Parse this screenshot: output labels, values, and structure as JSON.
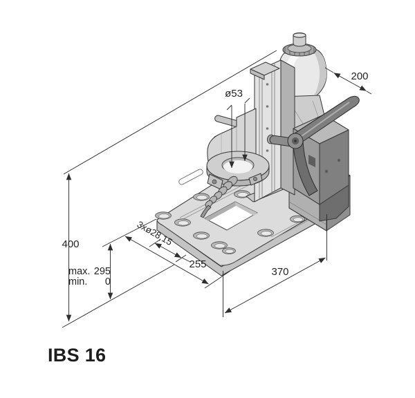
{
  "drawing": {
    "model": "IBS 16",
    "dims": {
      "top_width": "200",
      "bore": "ø53",
      "height": "400",
      "stroke_max_label": "max.",
      "stroke_max_value": "295",
      "stroke_min_label": "min.",
      "stroke_min_value": "0",
      "hole_spec": "3xø28,15",
      "base_depth": "255",
      "base_width": "370"
    },
    "palette": {
      "line": "#2e2e2e",
      "outline": "#3a3a3a",
      "metal_light": "#e4e4e4",
      "metal_mid": "#b5b5b5",
      "metal_dark": "#7f7f7f",
      "text": "#232323",
      "background": "#ffffff"
    }
  }
}
